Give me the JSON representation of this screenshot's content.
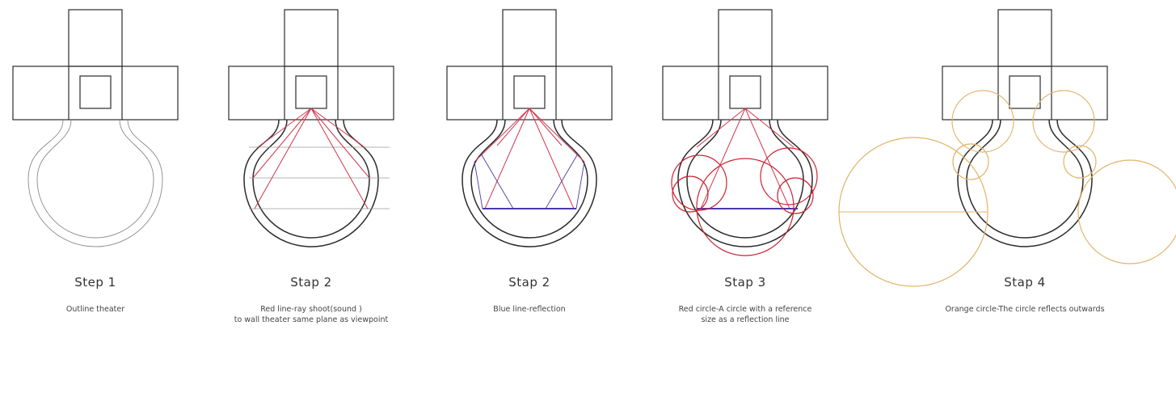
{
  "colors": {
    "outline": "#2b2b2b",
    "ray_red": "#d0384f",
    "reflection_blue": "#4a3aa8",
    "circle_red": "#cc2233",
    "circle_orange": "#e2b36a",
    "guide_gray": "#9a9a9a"
  },
  "steps": [
    {
      "title": "Step 1",
      "lines": [
        "Outline theater"
      ]
    },
    {
      "title": "Stap 2",
      "lines": [
        "Red line-ray shoot(sound )",
        "to wall theater same plane as viewpoint"
      ]
    },
    {
      "title": "Stap 2",
      "lines": [
        "Blue line-reflection"
      ]
    },
    {
      "title": "Stap 3",
      "lines": [
        "Red circle-A circle with a reference",
        "size as a reflection line"
      ]
    },
    {
      "title": "Stap 4",
      "lines": [
        "Orange circle-The circle reflects outwards"
      ]
    }
  ]
}
